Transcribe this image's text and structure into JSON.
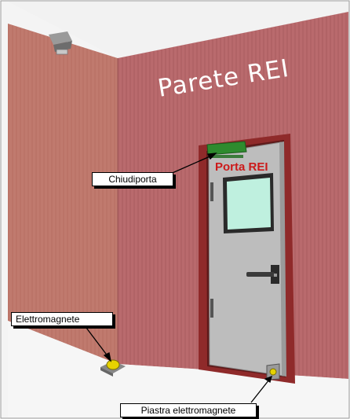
{
  "diagram": {
    "wall_label": "Parete REI",
    "door_label": "Porta REI",
    "callouts": {
      "door_closer": "Chiudiporta",
      "electromagnet": "Elettromagnete",
      "electromagnet_plate": "Piastra elettromagnete"
    }
  },
  "colors": {
    "wall_left": "#c07a6e",
    "wall_right": "#b86a6c",
    "door_frame": "#8a2222",
    "door_leaf": "#bcbcbc",
    "door_closer": "#2e8b2e",
    "window_glass": "#b8eedc",
    "label_red": "#cc1a1a",
    "floor": "#f4f4f4"
  }
}
